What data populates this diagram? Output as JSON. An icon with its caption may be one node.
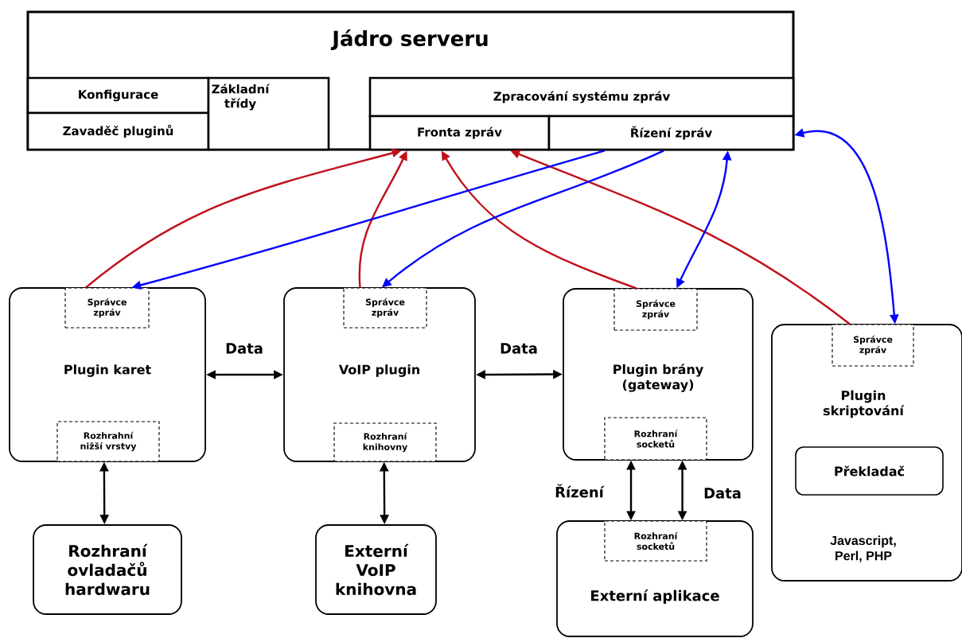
{
  "diagram": {
    "nodes": [
      {
        "text": [
          "Jádro serveru"
        ]
      },
      {
        "text": [
          "Konfigurace"
        ],
        "in": 0
      },
      {
        "text": [
          "Zavaděč pluginů"
        ],
        "in": 0
      },
      {
        "text": [
          "Základní třídy"
        ],
        "in": 0
      },
      {
        "text": [
          "Zpracování systému zpráv"
        ],
        "in": 0
      },
      {
        "text": [
          "Fronta zpráv"
        ],
        "in": 0
      },
      {
        "text": [
          "Řízení zpráv"
        ],
        "in": 0
      },
      {
        "text": [
          "Plugin karet"
        ]
      },
      {
        "text": [
          "Správce zpráv"
        ],
        "in": 7
      },
      {
        "text": [
          "Rozhrahní nižší vrstvy"
        ],
        "in": 7
      },
      {
        "text": [
          "VoIP plugin"
        ]
      },
      {
        "text": [
          "Správce zpráv"
        ],
        "in": 10
      },
      {
        "text": [
          "Rozhraní knihovny"
        ],
        "in": 10
      },
      {
        "text": [
          "Plugin brány (gateway)"
        ]
      },
      {
        "text": [
          "Správce zpráv"
        ],
        "in": 13
      },
      {
        "text": [
          "Rozhraní socketů"
        ],
        "in": 13
      },
      {
        "text": [
          "Plugin skriptování",
          "Javascript, Perl, PHP"
        ]
      },
      {
        "text": [
          "Správce zpráv"
        ],
        "in": 16
      },
      {
        "text": [
          "Překladač"
        ],
        "in": 16
      },
      {
        "text": [
          "Rozhraní ovladačů hardwaru"
        ]
      },
      {
        "text": [
          "Externí VoIP knihovna"
        ]
      },
      {
        "text": [
          "Externí aplikace"
        ]
      },
      {
        "text": [
          "Rozhraní socketů"
        ],
        "in": 21
      }
    ],
    "edges": [
      {
        "from": 8,
        "to": 5,
        "arrow": "to",
        "color": "#c0101a"
      },
      {
        "from": 11,
        "to": 5,
        "arrow": "to",
        "color": "#c0101a"
      },
      {
        "from": 14,
        "to": 5,
        "arrow": "to",
        "color": "#c0101a"
      },
      {
        "from": 17,
        "to": 5,
        "arrow": "to",
        "color": "#c0101a"
      },
      {
        "from": 6,
        "to": 8,
        "arrow": "to",
        "color": "#0000ff"
      },
      {
        "from": 6,
        "to": 11,
        "arrow": "to",
        "color": "#0000ff"
      },
      {
        "from": 6,
        "to": 14,
        "arrow": "both",
        "color": "#0000ff"
      },
      {
        "from": 6,
        "to": 17,
        "arrow": "both",
        "color": "#0000ff"
      },
      {
        "from": 7,
        "to": 10,
        "arrow": "both",
        "label": "Data"
      },
      {
        "from": 10,
        "to": 13,
        "arrow": "both",
        "label": "Data"
      },
      {
        "from": 9,
        "to": 19,
        "arrow": "both"
      },
      {
        "from": 12,
        "to": 20,
        "arrow": "both"
      },
      {
        "from": 15,
        "to": 22,
        "arrow": "both",
        "label": "Řízení"
      },
      {
        "from": 15,
        "to": 22,
        "arrow": "both",
        "label": "Data"
      }
    ]
  }
}
